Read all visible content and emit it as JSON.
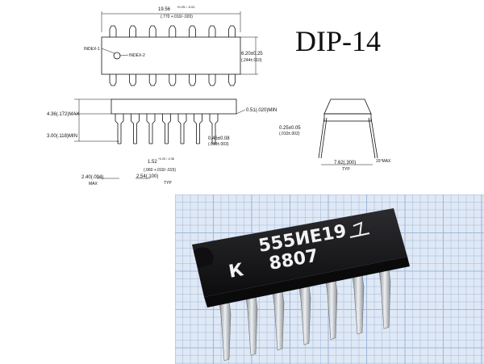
{
  "package_name": "DIP-14",
  "top_view": {
    "length_dim": "19.56",
    "length_tol": "+0.25 / -0.51",
    "length_inch": "(.770 +.010/-.020)",
    "width_dim": "6.20±0.25",
    "width_inch": "(.244±.010)",
    "index1": "INDEX-1",
    "index2": "INDEX-2"
  },
  "side_view": {
    "max_height": "4.36(.172)MAX",
    "min_lead": "3.00(.118)MIN",
    "seat_min": "0.51(.020)MIN",
    "lead_width": "0.46±0.08",
    "lead_width_inch": "(.018±.003)",
    "shoulder": "1.52",
    "shoulder_tol": "+0.25 / -0.38",
    "shoulder_inch": "(.060 +.010/-.015)",
    "pitch": "2.54(.100)",
    "pitch_note": "TYP",
    "end_dim": "2.40(.094)",
    "end_note": "MAX"
  },
  "end_view": {
    "lead_thick": "0.25±0.05",
    "lead_thick_inch": "(.010±.002)",
    "row_spacing": "7.62(.300)",
    "row_note": "TYP",
    "angle": "15°MAX"
  },
  "chip_marking": {
    "line1": "555ИЕ19",
    "prefix": "К",
    "line2": "8807"
  },
  "colors": {
    "grid_bg": "#dfe8f5",
    "grid_line": "#9fb8d9",
    "chip_body": "#1b1b1d",
    "pin": "#d7d9dc"
  }
}
